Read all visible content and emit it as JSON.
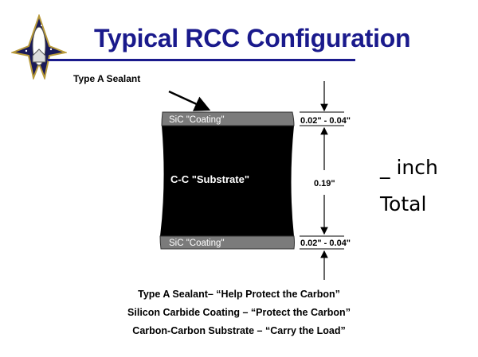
{
  "title": "Typical RCC Configuration",
  "sealant_label": "Type A Sealant",
  "layers": {
    "top_coating": "SiC \"Coating\"",
    "substrate": "C-C \"Substrate\"",
    "bottom_coating": "SiC \"Coating\""
  },
  "dimensions": {
    "top": "0.02\" - 0.04\"",
    "middle": "0.19\"",
    "bottom": "0.02\" - 0.04\""
  },
  "side_text": {
    "line1": "_ inch",
    "line2": "Total"
  },
  "captions": [
    "Type A Sealant– “Help Protect the Carbon”",
    "Silicon Carbide Coating – “Protect the Carbon”",
    "Carbon-Carbon Substrate – “Carry the Load”"
  ],
  "colors": {
    "title": "#1a1a8c",
    "coating": "#7b7b7b",
    "substrate": "#000000"
  }
}
